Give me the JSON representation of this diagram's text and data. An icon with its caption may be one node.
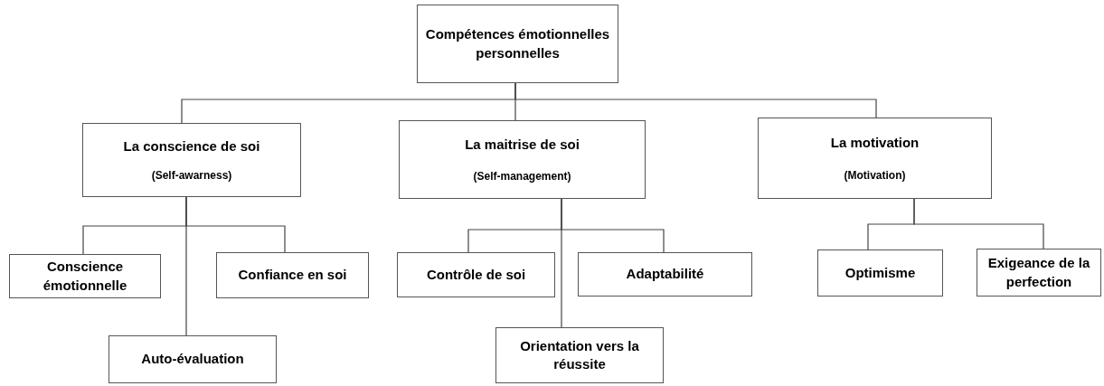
{
  "diagram": {
    "nodes": [
      {
        "text": [
          "Compétences émotionnelles personnelles"
        ]
      },
      {
        "text": [
          "La conscience de soi",
          "(Self-awarness)"
        ]
      },
      {
        "text": [
          "La maitrise de soi",
          "(Self-management)"
        ]
      },
      {
        "text": [
          "La motivation",
          "(Motivation)"
        ]
      },
      {
        "text": [
          "Conscience émotionnelle"
        ]
      },
      {
        "text": [
          "Confiance en soi"
        ]
      },
      {
        "text": [
          "Auto-évaluation"
        ]
      },
      {
        "text": [
          "Contrôle de soi"
        ]
      },
      {
        "text": [
          "Adaptabilité"
        ]
      },
      {
        "text": [
          "Orientation vers la réussite"
        ]
      },
      {
        "text": [
          "Optimisme"
        ]
      },
      {
        "text": [
          "Exigeance de la perfection"
        ]
      }
    ],
    "edges": [
      {
        "from": 0,
        "to": 1,
        "arrow": "none"
      },
      {
        "from": 0,
        "to": 2,
        "arrow": "none"
      },
      {
        "from": 0,
        "to": 3,
        "arrow": "none"
      },
      {
        "from": 1,
        "to": 4,
        "arrow": "none"
      },
      {
        "from": 1,
        "to": 5,
        "arrow": "none"
      },
      {
        "from": 1,
        "to": 6,
        "arrow": "none"
      },
      {
        "from": 2,
        "to": 7,
        "arrow": "none"
      },
      {
        "from": 2,
        "to": 8,
        "arrow": "none"
      },
      {
        "from": 2,
        "to": 9,
        "arrow": "none"
      },
      {
        "from": 3,
        "to": 10,
        "arrow": "none"
      },
      {
        "from": 3,
        "to": 11,
        "arrow": "none"
      }
    ]
  }
}
